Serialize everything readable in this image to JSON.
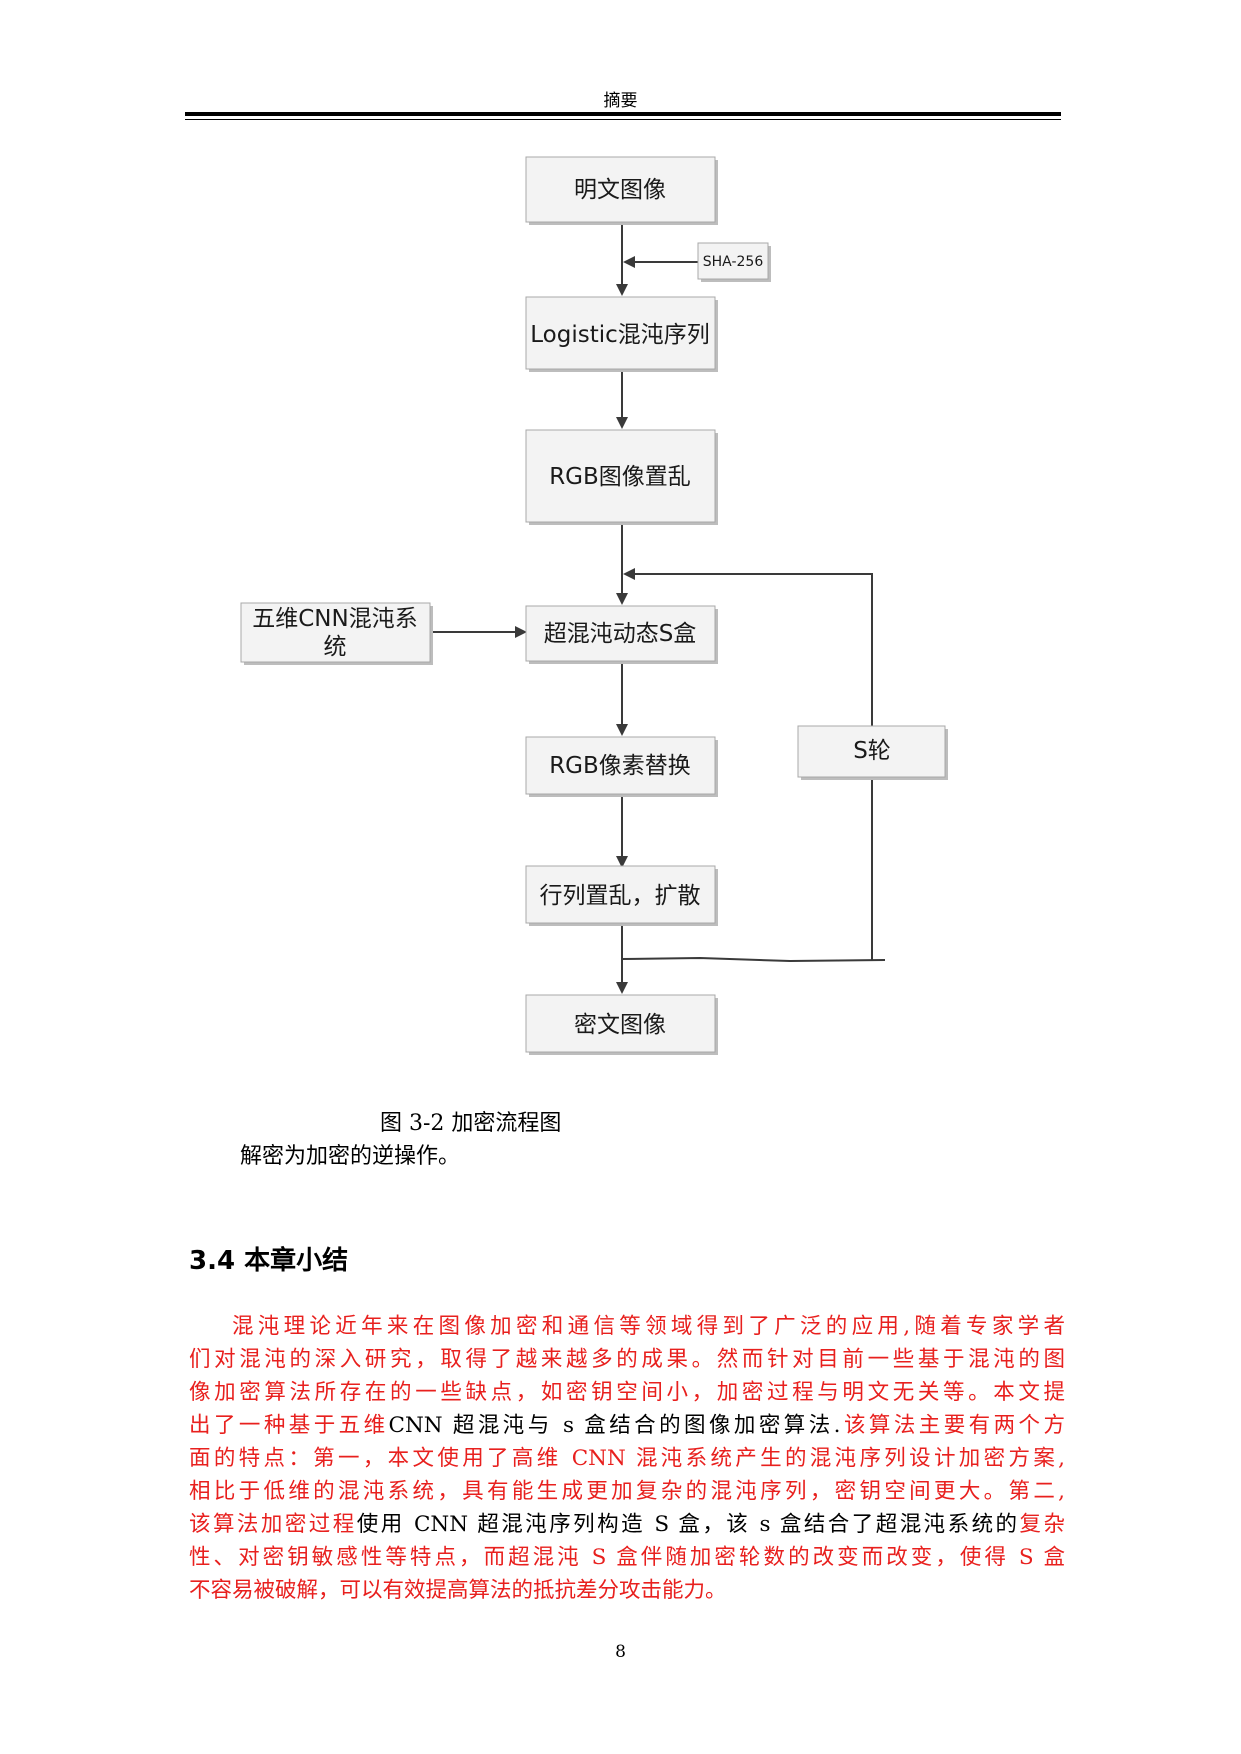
{
  "header": {
    "running_title": "摘要"
  },
  "flowchart": {
    "nodes": {
      "plain_image": "明文图像",
      "sha256": "SHA-256",
      "logistic": "Logistic混沌序列",
      "rgb_scramble": "RGB图像置乱",
      "cnn_system_line1": "五维CNN混沌系",
      "cnn_system_line2": "统",
      "sbox": "超混沌动态S盒",
      "rgb_substitute": "RGB像素替换",
      "row_col": "行列置乱，扩散",
      "s_round": "S轮",
      "cipher_image": "密文图像"
    }
  },
  "figure": {
    "caption": "图 3-2  加密流程图"
  },
  "text": {
    "decrypt_note": "解密为加密的逆操作。",
    "section_heading": "3.4 本章小结",
    "summary_lines": [
      "混沌理论近年来在图像加密和通信等领域得到了广泛的应用,随着专家学者",
      "们对混沌的深入研究，取得了越来越多的成果。然而针对目前一些基于混沌的图",
      "像加密算法所存在的一些缺点，如密钥空间小，加密过程与明文无关等。本文提",
      "出了一种基于五维",
      "CNN 超混沌与 s 盒结合的图像加密算法.",
      "该算法主要有两个方",
      "面的特点：第一，本文使用了高维 CNN 混沌系统产生的混沌序列设计加密方案,",
      "相比于低维的混沌系统，具有能生成更加复杂的混沌序列，密钥空间更大。第二,",
      "该算法加密过程",
      "使用 CNN 超混沌序列构造 S 盒，该 s 盒结合了超混沌系统的",
      "复杂",
      "性、对密钥敏感性等特点，而超混沌 S 盒伴随加密轮数的改变而改变，使得 S 盒",
      "不容易被破解，可以有效提高算法的抵抗差分攻击能力。"
    ]
  },
  "footer": {
    "page_number": "8"
  }
}
